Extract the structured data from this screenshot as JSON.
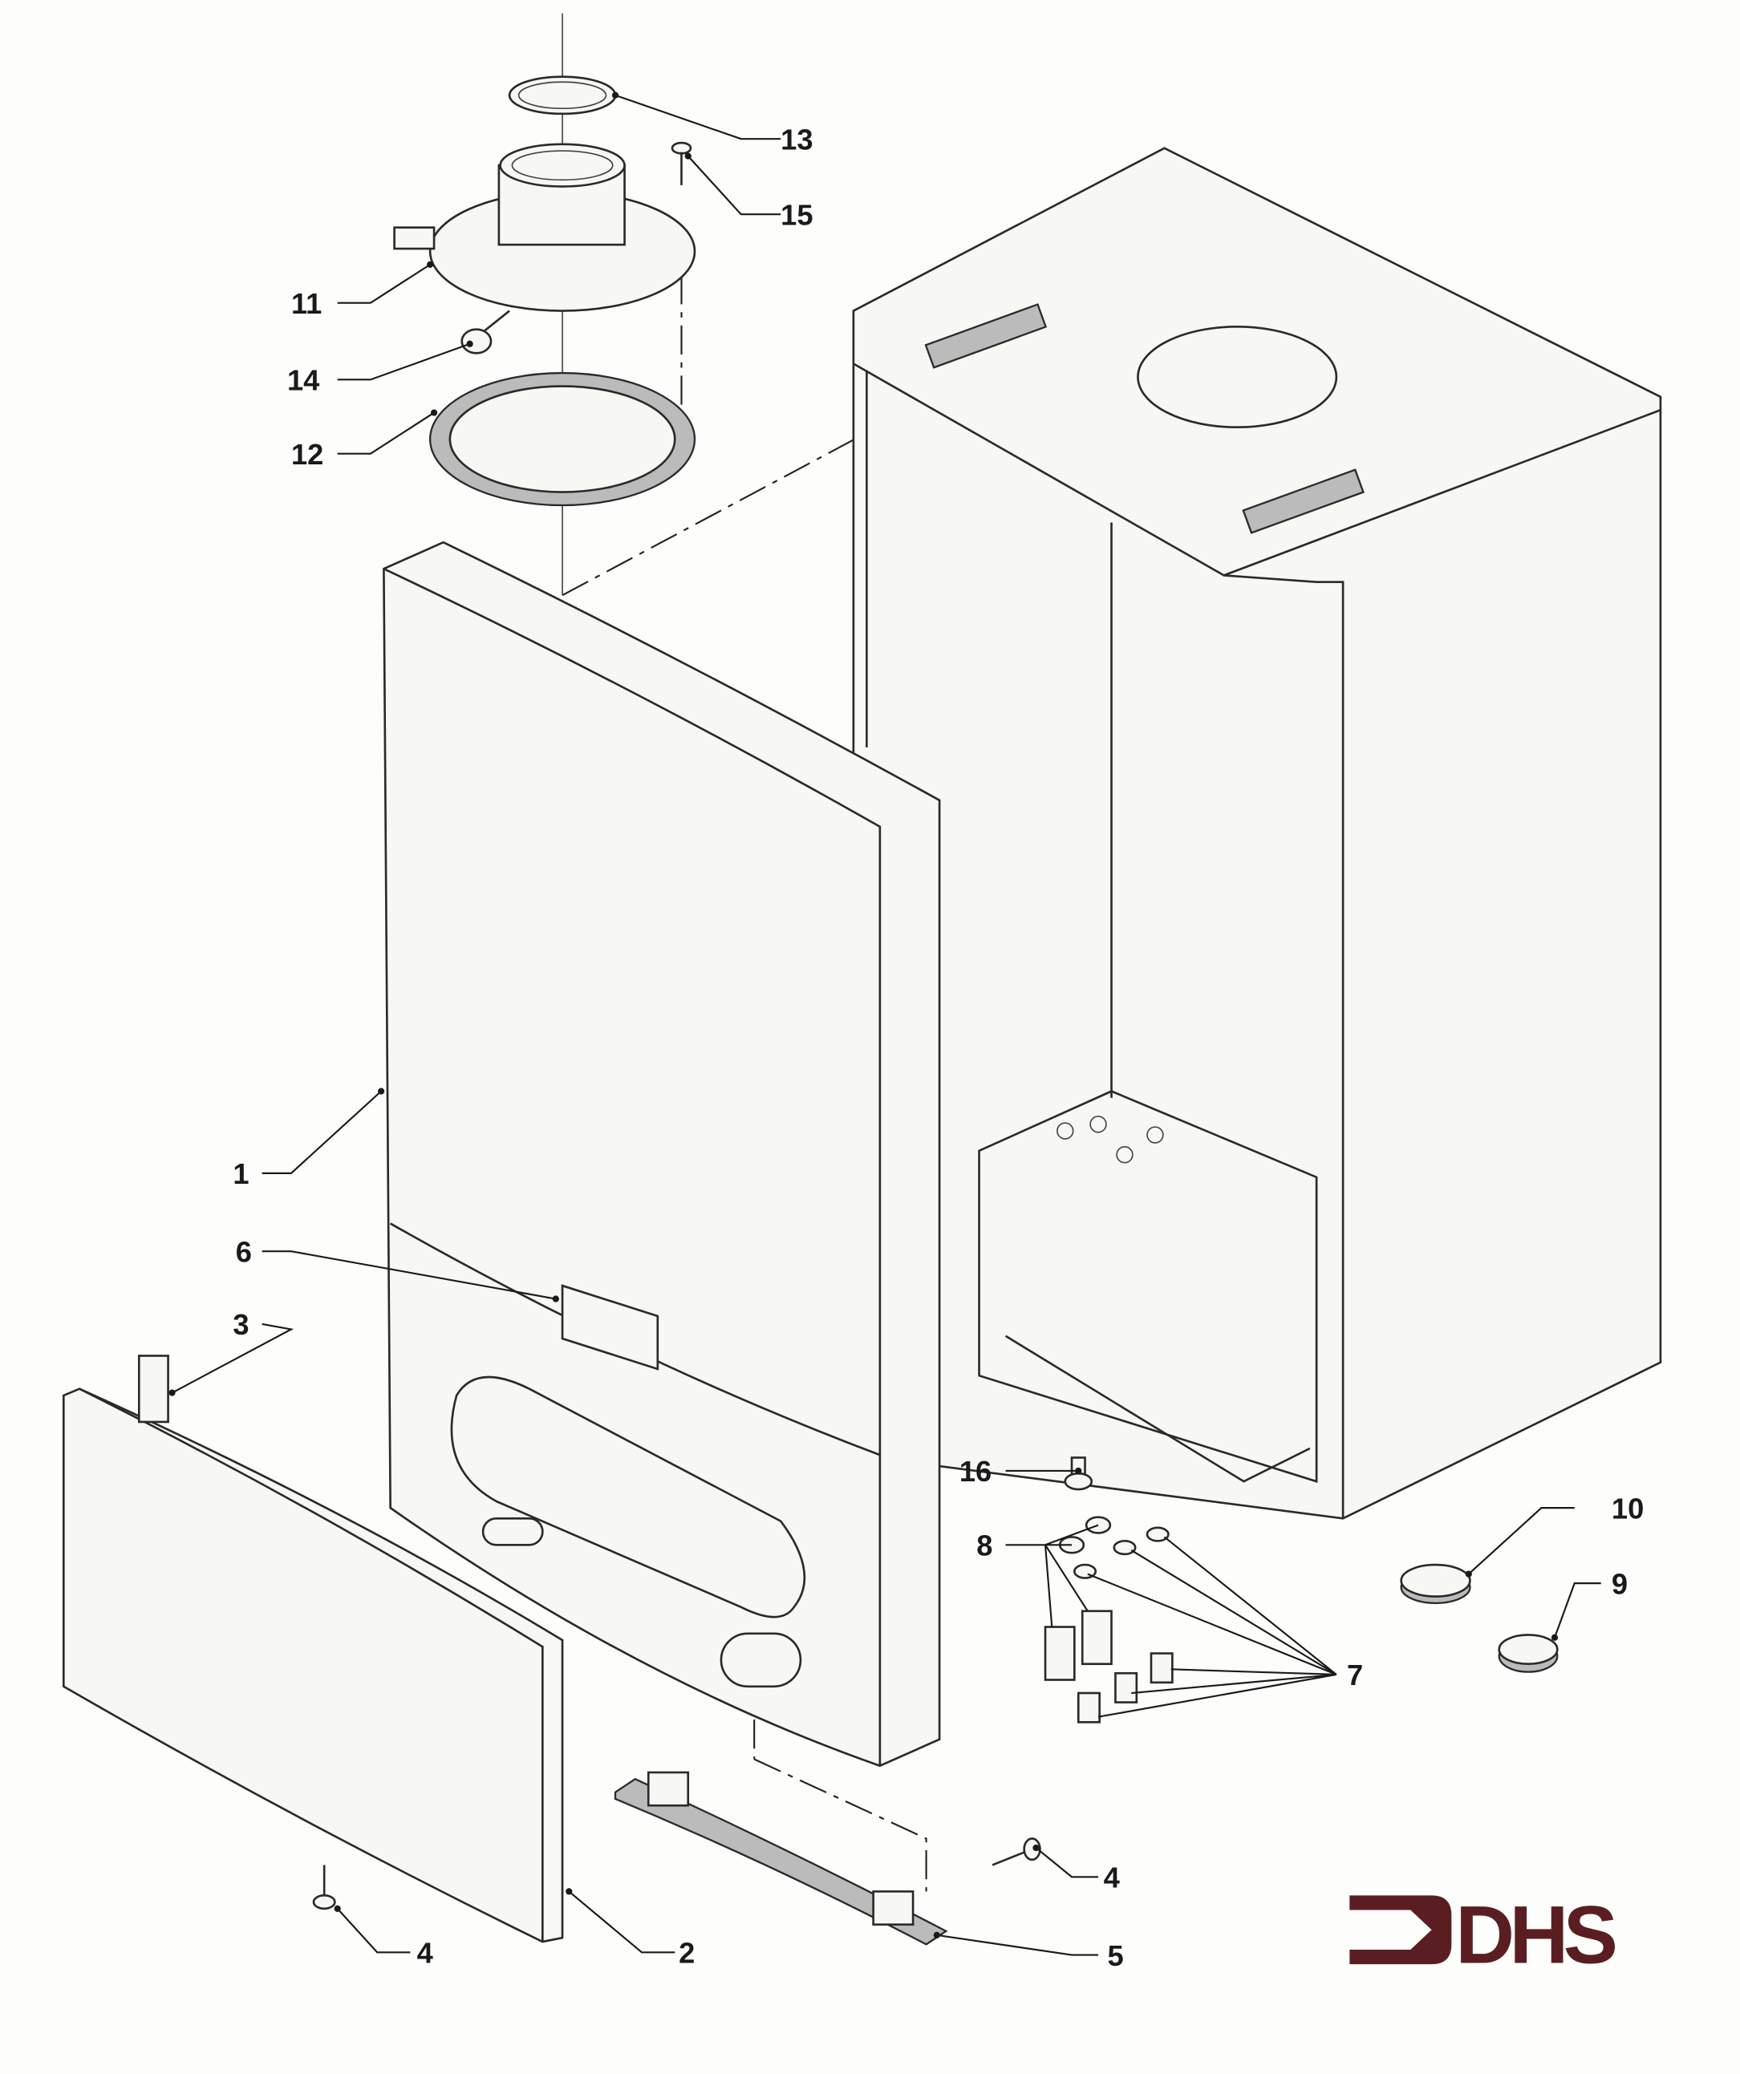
{
  "diagram": {
    "callouts": {
      "c1": "1",
      "c2": "2",
      "c3": "3",
      "c4a": "4",
      "c4b": "4",
      "c5": "5",
      "c6": "6",
      "c7": "7",
      "c8": "8",
      "c9": "9",
      "c10": "10",
      "c11": "11",
      "c12": "12",
      "c13": "13",
      "c14": "14",
      "c15": "15",
      "c16": "16"
    },
    "logo": {
      "text": "DHS",
      "color": "#5a1e22"
    }
  }
}
